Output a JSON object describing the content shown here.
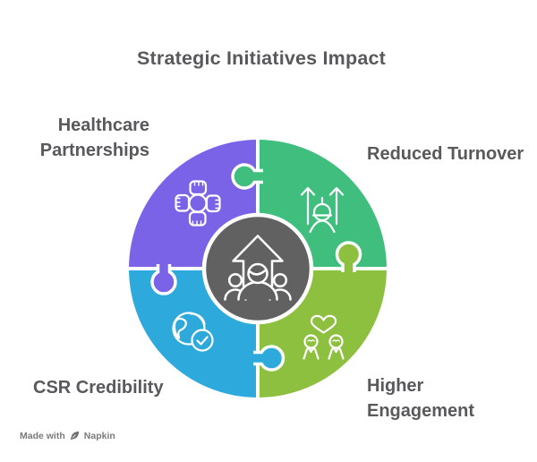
{
  "title": "Strategic Initiatives Impact",
  "colors": {
    "background": "#FFFFFF",
    "purple": "#7B63E8",
    "green": "#3FBE7E",
    "blue": "#2EA9DC",
    "lime": "#8EC03F",
    "gray": "#616161",
    "text": "#58595B",
    "white": "#FFFFFF",
    "watermark": "#7A7A7A",
    "watermark_icon": "#6F6F6F"
  },
  "diagram": {
    "type": "puzzle-circle",
    "center_icon": "team-growth-arrow-icon",
    "segments": [
      {
        "label": "Healthcare Partnerships",
        "display": "Healthcare\nPartnerships",
        "position": "top-left",
        "color_key": "purple",
        "icon": "hands-teamwork-icon"
      },
      {
        "label": "Reduced Turnover",
        "display": "Reduced Turnover",
        "position": "top-right",
        "color_key": "green",
        "icon": "employee-up-arrows-icon"
      },
      {
        "label": "Higher Engagement",
        "display": "Higher\nEngagement",
        "position": "bottom-right",
        "color_key": "lime",
        "icon": "people-heart-icon"
      },
      {
        "label": "CSR Credibility",
        "display": "CSR Credibility",
        "position": "bottom-left",
        "color_key": "blue",
        "icon": "globe-check-icon"
      }
    ]
  },
  "watermark": {
    "prefix": "Made with",
    "brand": "Napkin"
  }
}
